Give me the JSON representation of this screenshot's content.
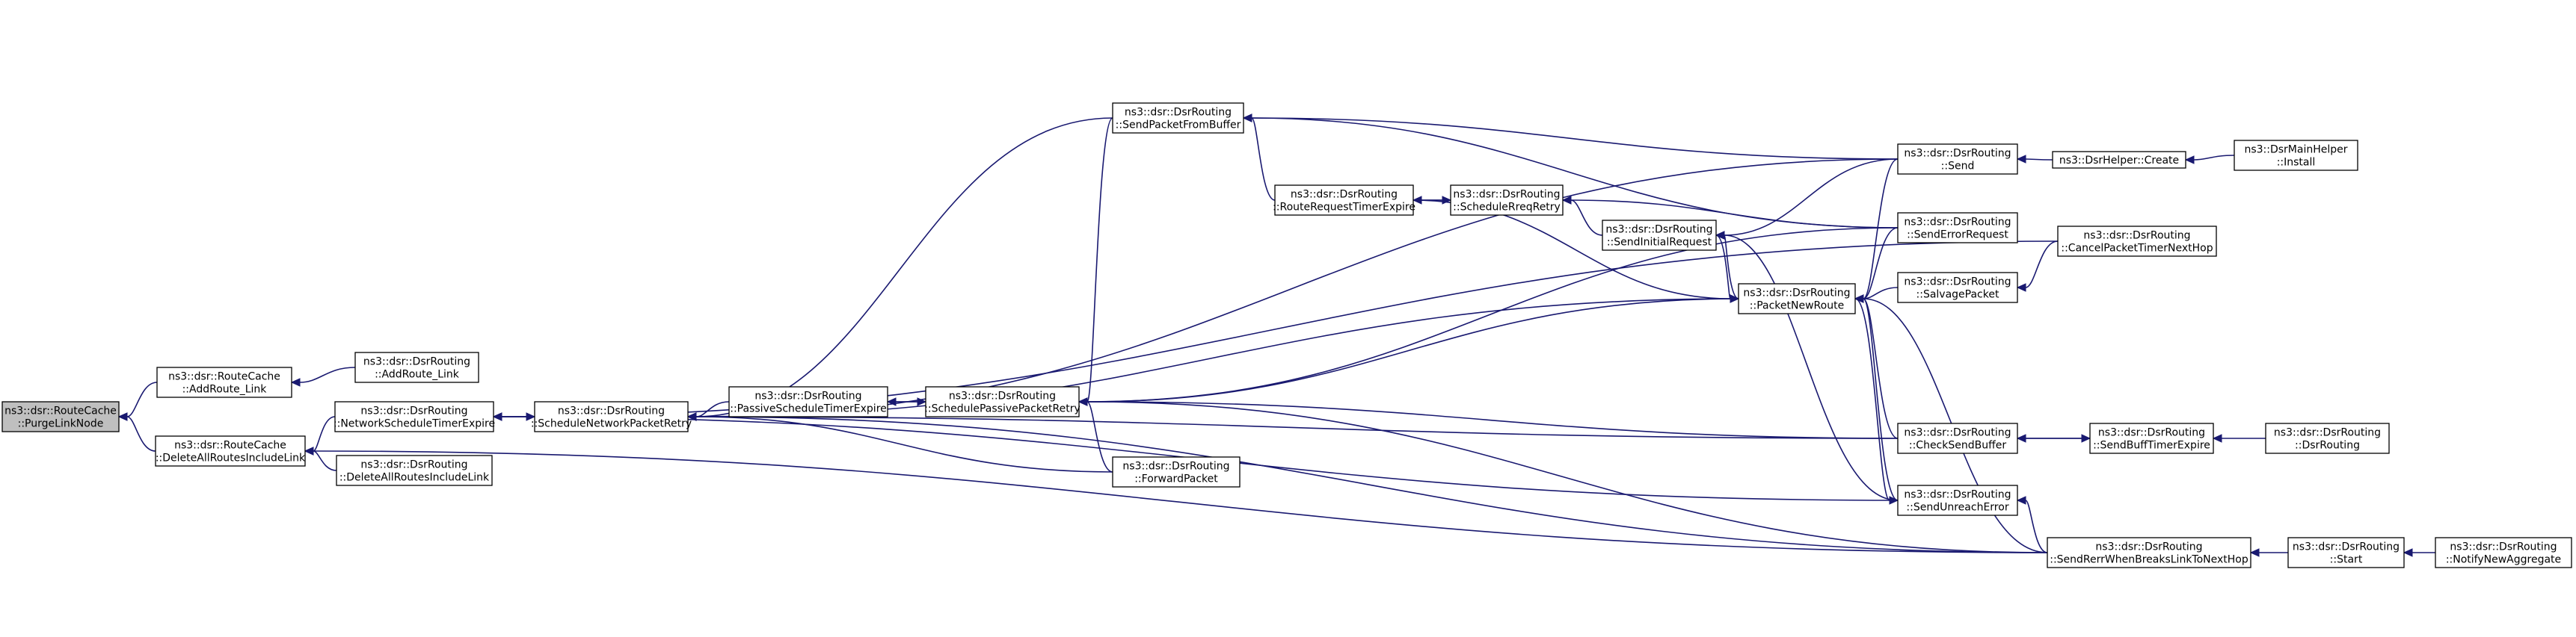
{
  "colors": {
    "edge": "#191970",
    "node_border": "#000000",
    "root_fill": "#bfbfbf",
    "node_fill": "#ffffff"
  },
  "nodes": [
    {
      "id": "purge",
      "lines": [
        "ns3::dsr::RouteCache",
        "::PurgeLinkNode"
      ],
      "root": true
    },
    {
      "id": "addroute",
      "lines": [
        "ns3::dsr::RouteCache",
        "::AddRoute_Link"
      ]
    },
    {
      "id": "deleteall",
      "lines": [
        "ns3::dsr::RouteCache",
        "::DeleteAllRoutesIncludeLink"
      ]
    },
    {
      "id": "r_addroute",
      "lines": [
        "ns3::dsr::DsrRouting",
        "::AddRoute_Link"
      ]
    },
    {
      "id": "netsched",
      "lines": [
        "ns3::dsr::DsrRouting",
        "::NetworkScheduleTimerExpire"
      ]
    },
    {
      "id": "r_deleteall",
      "lines": [
        "ns3::dsr::DsrRouting",
        "::DeleteAllRoutesIncludeLink"
      ]
    },
    {
      "id": "schednet",
      "lines": [
        "ns3::dsr::DsrRouting",
        "::ScheduleNetworkPacketRetry"
      ]
    },
    {
      "id": "passivetimer",
      "lines": [
        "ns3::dsr::DsrRouting",
        "::PassiveScheduleTimerExpire"
      ]
    },
    {
      "id": "schedpassive",
      "lines": [
        "ns3::dsr::DsrRouting",
        "::SchedulePassivePacketRetry"
      ]
    },
    {
      "id": "sendfrombuf",
      "lines": [
        "ns3::dsr::DsrRouting",
        "::SendPacketFromBuffer"
      ]
    },
    {
      "id": "rreqtimer",
      "lines": [
        "ns3::dsr::DsrRouting",
        "::RouteRequestTimerExpire"
      ]
    },
    {
      "id": "schedreq",
      "lines": [
        "ns3::dsr::DsrRouting",
        "::ScheduleRreqRetry"
      ]
    },
    {
      "id": "sendinit",
      "lines": [
        "ns3::dsr::DsrRouting",
        "::SendInitialRequest"
      ]
    },
    {
      "id": "forward",
      "lines": [
        "ns3::dsr::DsrRouting",
        "::ForwardPacket"
      ]
    },
    {
      "id": "pnr",
      "lines": [
        "ns3::dsr::DsrRouting",
        "::PacketNewRoute"
      ]
    },
    {
      "id": "send",
      "lines": [
        "ns3::dsr::DsrRouting",
        "::Send"
      ]
    },
    {
      "id": "senderr",
      "lines": [
        "ns3::dsr::DsrRouting",
        "::SendErrorRequest"
      ]
    },
    {
      "id": "salvage",
      "lines": [
        "ns3::dsr::DsrRouting",
        "::SalvagePacket"
      ]
    },
    {
      "id": "checkbuf",
      "lines": [
        "ns3::dsr::DsrRouting",
        "::CheckSendBuffer"
      ]
    },
    {
      "id": "unreach",
      "lines": [
        "ns3::dsr::DsrRouting",
        "::SendUnreachError"
      ]
    },
    {
      "id": "helpercreate",
      "lines": [
        "ns3::DsrHelper::Create"
      ]
    },
    {
      "id": "install",
      "lines": [
        "ns3::DsrMainHelper",
        "::Install"
      ]
    },
    {
      "id": "cancel",
      "lines": [
        "ns3::dsr::DsrRouting",
        "::CancelPacketTimerNextHop"
      ]
    },
    {
      "id": "buftimer",
      "lines": [
        "ns3::dsr::DsrRouting",
        "::SendBuffTimerExpire"
      ]
    },
    {
      "id": "ctor",
      "lines": [
        "ns3::dsr::DsrRouting",
        "::DsrRouting"
      ]
    },
    {
      "id": "sendrerr",
      "lines": [
        "ns3::dsr::DsrRouting",
        "::SendRerrWhenBreaksLinkToNextHop"
      ]
    },
    {
      "id": "start",
      "lines": [
        "ns3::dsr::DsrRouting",
        "::Start"
      ]
    },
    {
      "id": "notify",
      "lines": [
        "ns3::dsr::DsrRouting",
        "::NotifyNewAggregate"
      ]
    }
  ],
  "edges": [
    {
      "from": "addroute",
      "to": "purge"
    },
    {
      "from": "deleteall",
      "to": "purge"
    },
    {
      "from": "r_addroute",
      "to": "addroute"
    },
    {
      "from": "netsched",
      "to": "deleteall"
    },
    {
      "from": "r_deleteall",
      "to": "deleteall"
    },
    {
      "from": "sendrerr",
      "to": "deleteall"
    },
    {
      "from": "schednet",
      "to": "netsched"
    },
    {
      "from": "netsched",
      "to": "schednet"
    },
    {
      "from": "passivetimer",
      "to": "schednet"
    },
    {
      "from": "sendfrombuf",
      "to": "schednet"
    },
    {
      "from": "forward",
      "to": "schednet"
    },
    {
      "from": "pnr",
      "to": "schednet"
    },
    {
      "from": "checkbuf",
      "to": "schednet"
    },
    {
      "from": "sendrerr",
      "to": "schednet"
    },
    {
      "from": "send",
      "to": "schednet"
    },
    {
      "from": "schedpassive",
      "to": "passivetimer"
    },
    {
      "from": "passivetimer",
      "to": "schedpassive"
    },
    {
      "from": "sendfrombuf",
      "to": "schedpassive"
    },
    {
      "from": "forward",
      "to": "schedpassive"
    },
    {
      "from": "pnr",
      "to": "schedpassive"
    },
    {
      "from": "checkbuf",
      "to": "schedpassive"
    },
    {
      "from": "sendrerr",
      "to": "schedpassive"
    },
    {
      "from": "senderr",
      "to": "schedpassive"
    },
    {
      "from": "send",
      "to": "sendfrombuf"
    },
    {
      "from": "senderr",
      "to": "sendfrombuf"
    },
    {
      "from": "rreqtimer",
      "to": "sendfrombuf"
    },
    {
      "from": "schedreq",
      "to": "rreqtimer"
    },
    {
      "from": "rreqtimer",
      "to": "schedreq"
    },
    {
      "from": "sendinit",
      "to": "schedreq"
    },
    {
      "from": "senderr",
      "to": "schedreq"
    },
    {
      "from": "send",
      "to": "sendinit"
    },
    {
      "from": "pnr",
      "to": "sendinit"
    },
    {
      "from": "unreach",
      "to": "sendinit"
    },
    {
      "from": "sendinit",
      "to": "pnr"
    },
    {
      "from": "rreqtimer",
      "to": "pnr"
    },
    {
      "from": "send",
      "to": "pnr"
    },
    {
      "from": "senderr",
      "to": "pnr"
    },
    {
      "from": "salvage",
      "to": "pnr"
    },
    {
      "from": "checkbuf",
      "to": "pnr"
    },
    {
      "from": "unreach",
      "to": "pnr"
    },
    {
      "from": "sendrerr",
      "to": "pnr"
    },
    {
      "from": "unreach",
      "to": "netsched"
    },
    {
      "from": "sendrerr",
      "to": "unreach"
    },
    {
      "from": "pnr",
      "to": "unreach"
    },
    {
      "from": "helpercreate",
      "to": "send"
    },
    {
      "from": "install",
      "to": "helpercreate"
    },
    {
      "from": "cancel",
      "to": "salvage"
    },
    {
      "from": "cancel",
      "to": "netsched"
    },
    {
      "from": "buftimer",
      "to": "checkbuf"
    },
    {
      "from": "checkbuf",
      "to": "buftimer"
    },
    {
      "from": "ctor",
      "to": "buftimer"
    },
    {
      "from": "start",
      "to": "sendrerr"
    },
    {
      "from": "notify",
      "to": "start"
    }
  ]
}
